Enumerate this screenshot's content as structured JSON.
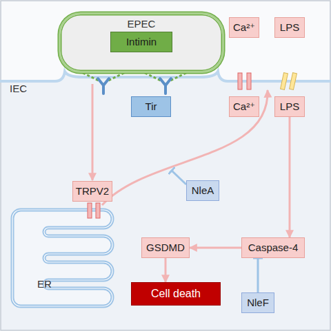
{
  "diagram": {
    "nodes": [
      {
        "text": [
          "EPEC"
        ]
      },
      {
        "text": [
          "Intimin"
        ],
        "in": 0
      },
      {
        "text": [
          "Ca²⁺"
        ]
      },
      {
        "text": [
          "LPS"
        ]
      },
      {
        "text": [
          "Tir"
        ]
      },
      {
        "text": [
          "Ca²⁺"
        ]
      },
      {
        "text": [
          "LPS"
        ]
      },
      {
        "text": [
          "NleA"
        ]
      },
      {
        "text": [
          "TRPV2"
        ]
      },
      {
        "text": [
          "GSDMD"
        ]
      },
      {
        "text": [
          "Caspase-4"
        ]
      },
      {
        "text": [
          "Cell death"
        ]
      },
      {
        "text": [
          "NleF"
        ]
      }
    ],
    "edges": [
      {
        "from": 6,
        "to": 10,
        "arrow": "to"
      },
      {
        "from": 10,
        "to": 9,
        "arrow": "to"
      },
      {
        "from": 9,
        "to": 11,
        "arrow": "to"
      },
      {
        "from": 12,
        "to": 10,
        "arrow": "to"
      }
    ],
    "labels": [
      "IEC",
      "ER"
    ]
  }
}
